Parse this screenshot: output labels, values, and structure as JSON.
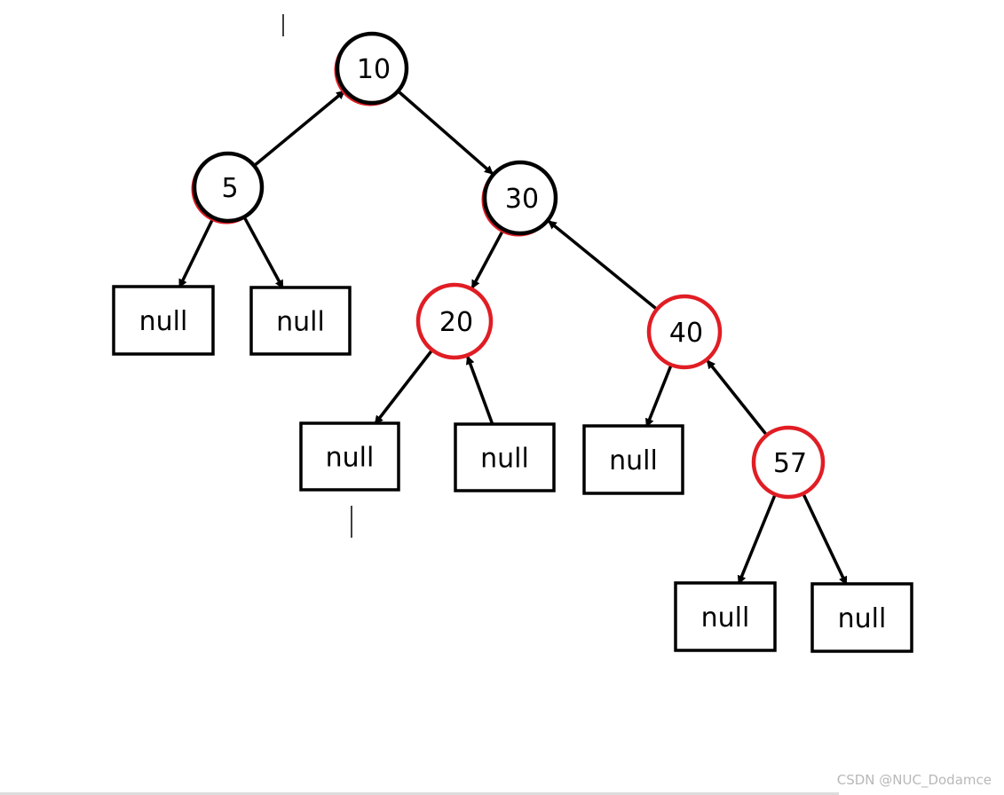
{
  "diagram": {
    "colors": {
      "black_node": "#000000",
      "red_node": "#e11d24",
      "edge": "#000000",
      "leaf_border": "#000000"
    },
    "nodes": [
      {
        "id": "n10",
        "label": "10",
        "color": "black"
      },
      {
        "id": "n5",
        "label": "5",
        "color": "black"
      },
      {
        "id": "n30",
        "label": "30",
        "color": "black"
      },
      {
        "id": "n20",
        "label": "20",
        "color": "red"
      },
      {
        "id": "n40",
        "label": "40",
        "color": "red"
      },
      {
        "id": "n57",
        "label": "57",
        "color": "red"
      }
    ],
    "leaves": [
      {
        "id": "l1",
        "label": "null"
      },
      {
        "id": "l2",
        "label": "null"
      },
      {
        "id": "l3",
        "label": "null"
      },
      {
        "id": "l4",
        "label": "null"
      },
      {
        "id": "l5",
        "label": "null"
      },
      {
        "id": "l6",
        "label": "null"
      },
      {
        "id": "l7",
        "label": "null"
      }
    ],
    "edges": [
      {
        "from": "n5",
        "to": "n10"
      },
      {
        "from": "n10",
        "to": "n30"
      },
      {
        "from": "n5",
        "to": "l1"
      },
      {
        "from": "n5",
        "to": "l2"
      },
      {
        "from": "n30",
        "to": "n20"
      },
      {
        "from": "n40",
        "to": "n30"
      },
      {
        "from": "n20",
        "to": "l3"
      },
      {
        "from": "l4",
        "to": "n20"
      },
      {
        "from": "n40",
        "to": "l5"
      },
      {
        "from": "n57",
        "to": "n40"
      },
      {
        "from": "n57",
        "to": "l6"
      },
      {
        "from": "n57",
        "to": "l7"
      }
    ]
  },
  "watermark": "CSDN @NUC_Dodamce"
}
